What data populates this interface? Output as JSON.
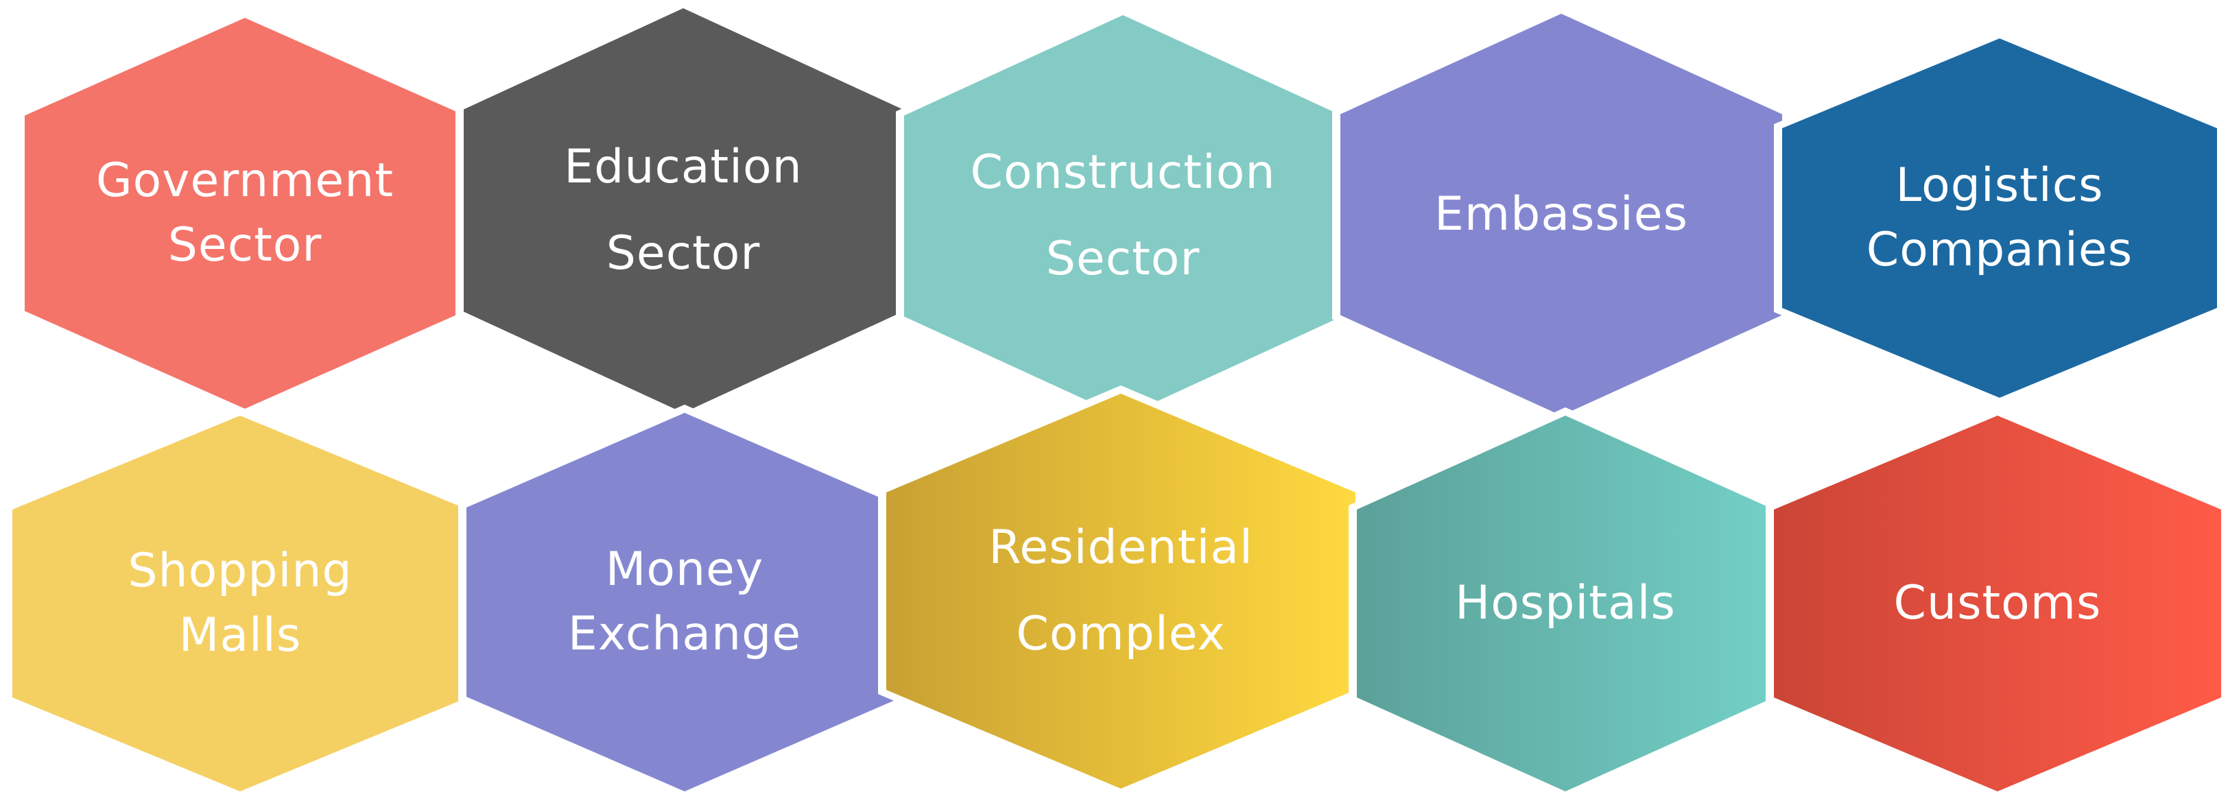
{
  "hexagons": [
    {
      "id": "government-sector",
      "lines": [
        "Government",
        "Sector"
      ],
      "fill": "#F4746A"
    },
    {
      "id": "education-sector",
      "lines": [
        "Education",
        "Sector"
      ],
      "fill": "#5A5A5A"
    },
    {
      "id": "construction-sector",
      "lines": [
        "Construction",
        "Sector"
      ],
      "fill": "#84CBC5"
    },
    {
      "id": "embassies",
      "lines": [
        "Embassies"
      ],
      "fill": "#8487D0"
    },
    {
      "id": "logistics-companies",
      "lines": [
        "Logistics",
        "Companies"
      ],
      "fill": "#1C69A2"
    },
    {
      "id": "shopping-malls",
      "lines": [
        "Shopping",
        "Malls"
      ],
      "fill": "#F4D063"
    },
    {
      "id": "money-exchange",
      "lines": [
        "Money",
        "Exchange"
      ],
      "fill": "#8487D0"
    },
    {
      "id": "residential-complex",
      "lines": [
        "Residential",
        "Complex"
      ],
      "fill": "linear-gradient(to right, #C9A133, #FFD93F)"
    },
    {
      "id": "hospitals",
      "lines": [
        "Hospitals"
      ],
      "fill": "linear-gradient(to right, #5BA19A, #73D0C6)"
    },
    {
      "id": "customs",
      "lines": [
        "Customs"
      ],
      "fill": "linear-gradient(to right, #CB4536, #FF5B48)"
    }
  ]
}
